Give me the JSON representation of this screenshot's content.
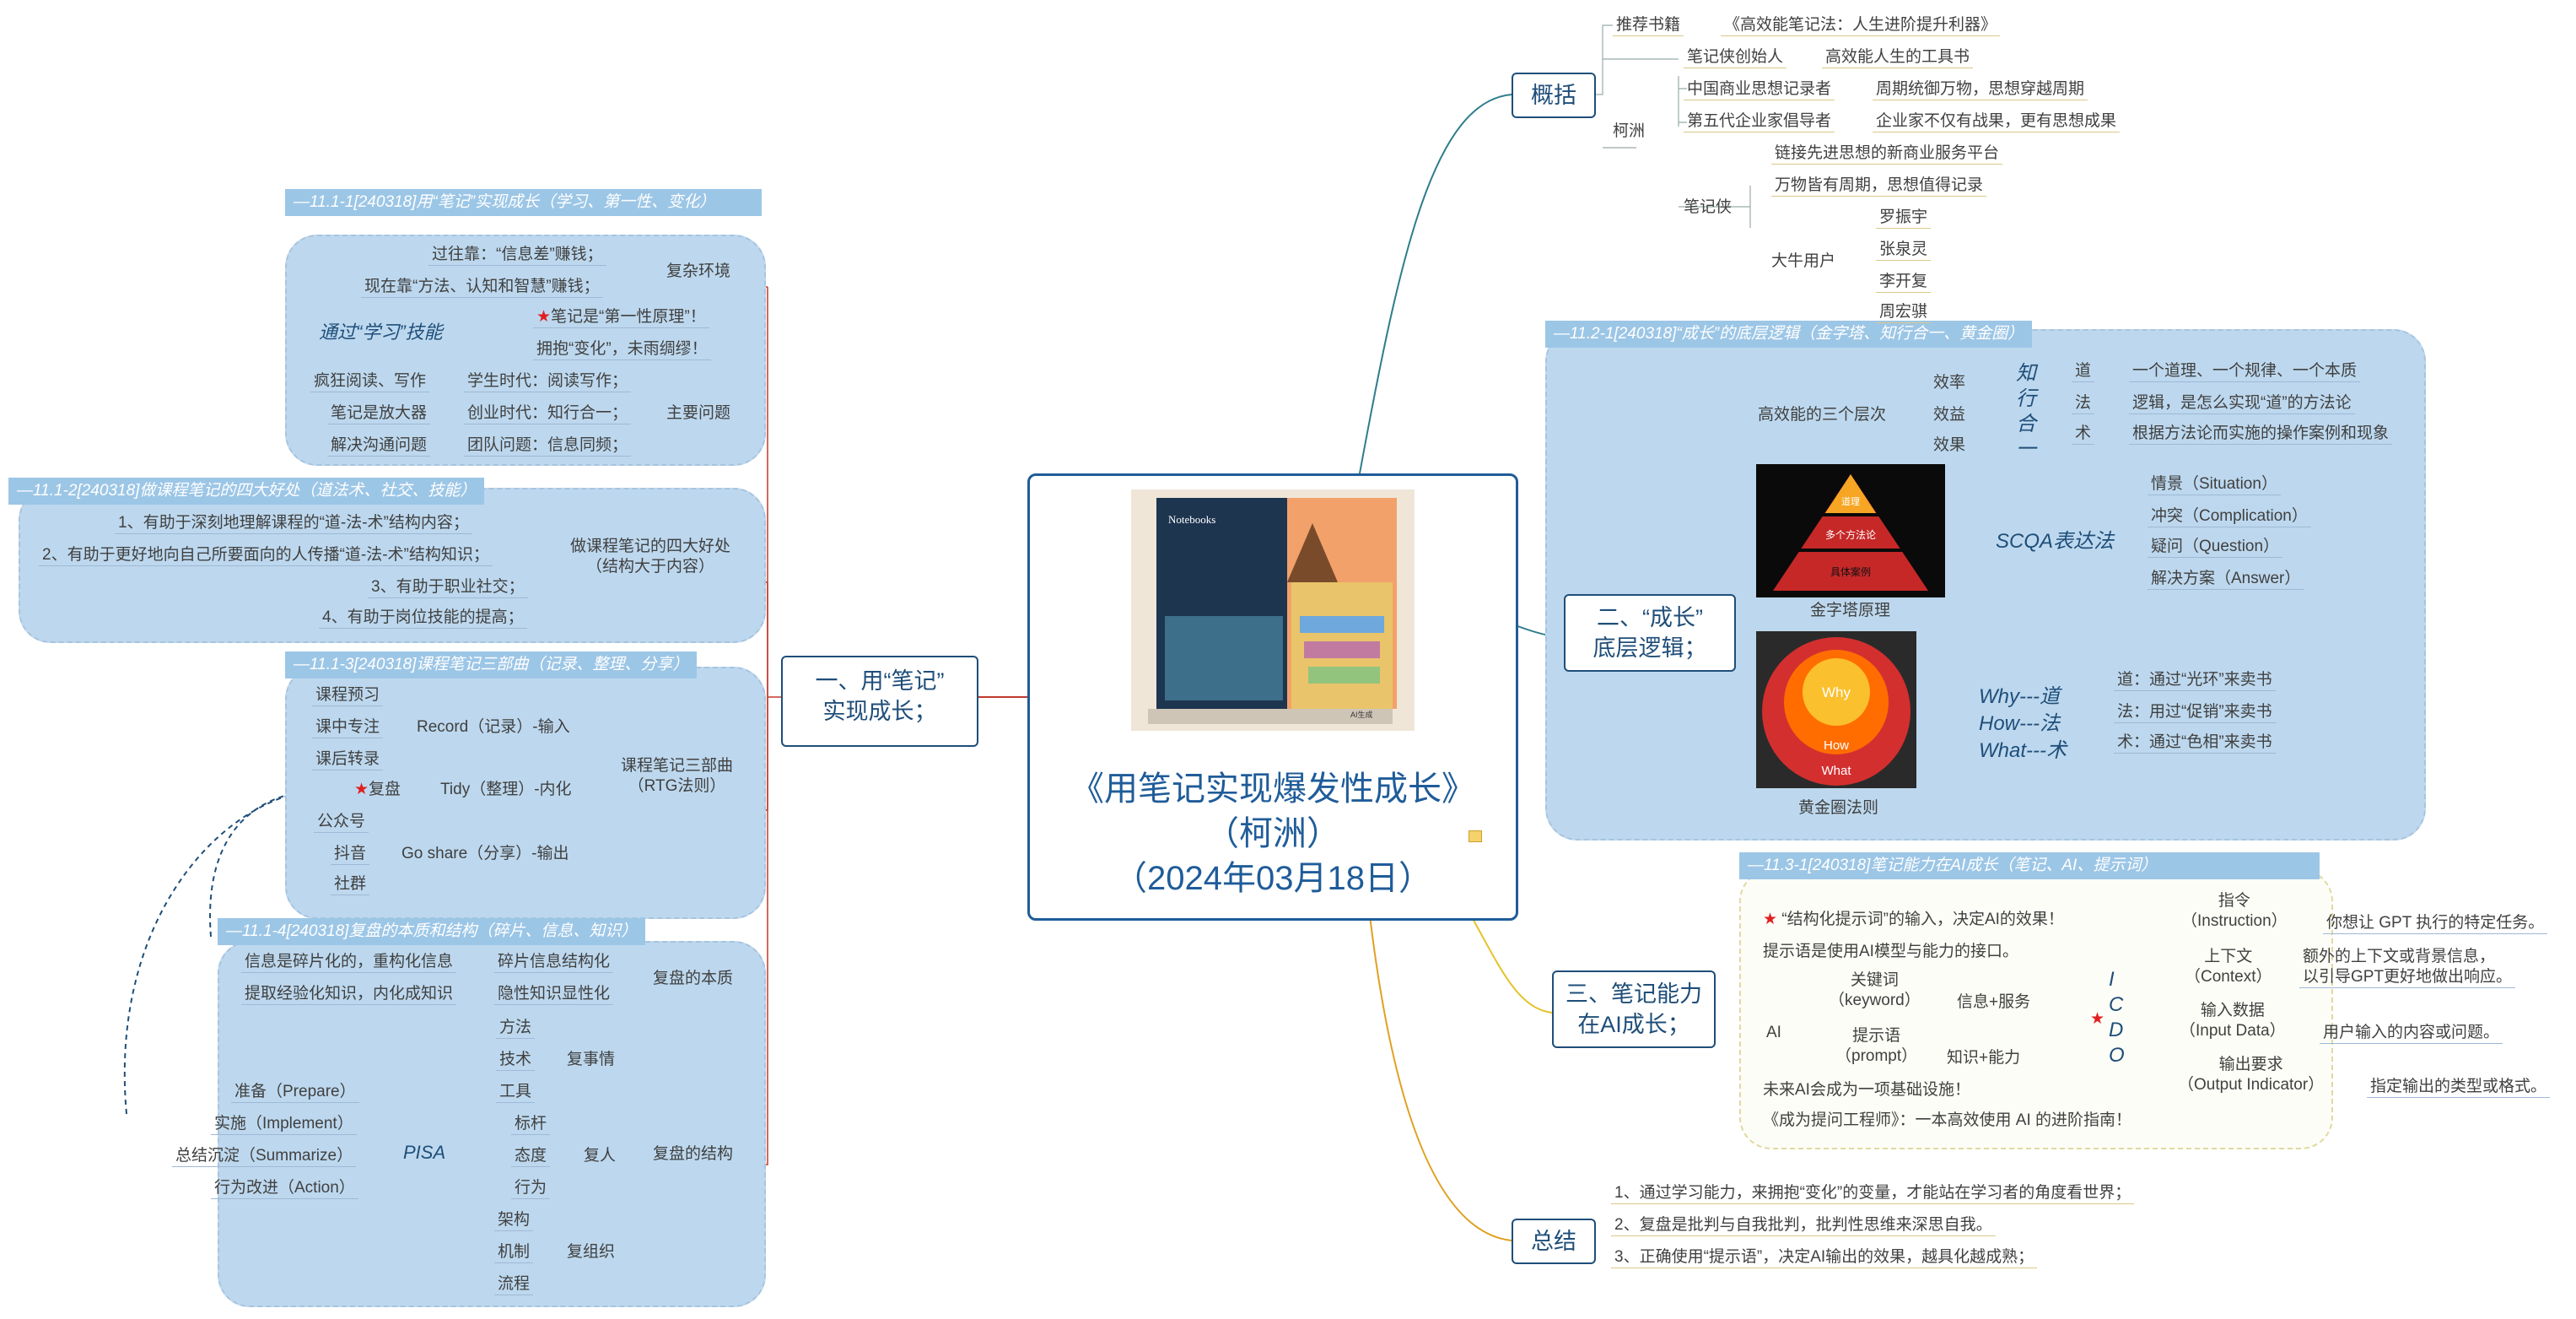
{
  "center": {
    "title": "《用笔记实现爆发性成长》",
    "author": "（柯洲）",
    "date": "（2024年03月18日）",
    "book_cover_text": "Notebooks",
    "book_badge": "AI生成"
  },
  "branches": {
    "b1": "一、用“笔记”\n实现成长；",
    "b2": "二、“成长”\n底层逻辑；",
    "b3": "三、笔记能力\n在AI成长；",
    "gaikuo": "概括",
    "zongjie": "总结"
  },
  "gaikuo": {
    "rec_book_label": "推荐书籍",
    "rec_book": "《高效能笔记法：人生进阶提升利器》",
    "founder_label": "笔记侠创始人",
    "founder": "高效能人生的工具书",
    "kezhou": "柯洲",
    "thinker_label": "中国商业思想记录者",
    "thinker": "周期统御万物，思想穿越周期",
    "fifth_label": "第五代企业家倡导者",
    "fifth": "企业家不仅有战果，更有思想成果",
    "bjx": "笔记侠",
    "bjx_1": "链接先进思想的新商业服务平台",
    "bjx_2": "万物皆有周期，思想值得记录",
    "bull_label": "大牛用户",
    "bulls": [
      "罗振宇",
      "张泉灵",
      "李开复",
      "周宏骐"
    ]
  },
  "s11_1": {
    "caption": "—11.1-1[240318]用“笔记”实现成长（学习、第一性、变化）",
    "past": "过往靠：“信息差”赚钱；",
    "now": "现在靠“方法、认知和智慧”赚钱；",
    "complex_env": "复杂环境",
    "via_learning": "通过“学习”技能",
    "first_principle": "笔记是“第一性原理”！",
    "embrace_change": "拥抱“变化”，未雨绸缪！",
    "crazy_read": "疯狂阅读、写作",
    "student_era": "学生时代：阅读写作；",
    "amplifier": "笔记是放大器",
    "startup_era": "创业时代：知行合一；",
    "main_issue": "主要问题",
    "comm": "解决沟通问题",
    "team": "团队问题：信息同频；"
  },
  "s11_2": {
    "caption": "—11.1-2[240318]做课程笔记的四大好处（道法术、社交、技能）",
    "benefits": [
      "1、有助于深刻地理解课程的“道-法-术”结构内容；",
      "2、有助于更好地向自己所要面向的人传播“道-法-术”结构知识；",
      "3、有助于职业社交；",
      "4、有助于岗位技能的提高；"
    ],
    "label": "做课程笔记的四大好处\n（结构大于内容）"
  },
  "s11_3": {
    "caption": "—11.1-3[240318]课程笔记三部曲（记录、整理、分享）",
    "preview": "课程预习",
    "focus": "课中专注",
    "after": "课后转录",
    "record": "Record（记录）-输入",
    "review": "复盘",
    "tidy": "Tidy（整理）-内化",
    "gzh": "公众号",
    "douyin": "抖音",
    "shequn": "社群",
    "share": "Go share（分享）-输出",
    "trilogy": "课程笔记三部曲\n（RTG法则）"
  },
  "s11_4": {
    "caption": "—11.1-4[240318]复盘的本质和结构（碎片、信息、知识）",
    "frag": "信息是碎片化的，重构化信息",
    "frag_struct": "碎片信息结构化",
    "extract": "提取经验化知识，内化成知识",
    "tacit": "隐性知识显性化",
    "essence": "复盘的本质",
    "fangfa": "方法",
    "jishu": "技术",
    "gongju": "工具",
    "fushiqing": "复事情",
    "biaogan": "标杆",
    "taidu": "态度",
    "xingwei": "行为",
    "furen": "复人",
    "jiagou": "架构",
    "jizhi": "机制",
    "liucheng": "流程",
    "fuzuzhi": "复组织",
    "structure": "复盘的结构",
    "pisa": "PISA",
    "prepare": "准备（Prepare）",
    "implement": "实施（Implement）",
    "summarize": "总结沉淀（Summarize）",
    "action": "行为改进（Action）"
  },
  "s11_21": {
    "caption": "—11.2-1[240318]“成长”的底层逻辑（金字塔、知行合一、黄金圈）",
    "three_levels": "高效能的三个层次",
    "xiaolv": "效率",
    "xiaoyi": "效益",
    "xiaoguo": "效果",
    "zxhy": "知\n行\n合\n一",
    "dao": "道",
    "dao_d": "一个道理、一个规律、一个本质",
    "fa": "法",
    "fa_d": "逻辑，是怎么实现“道”的方法论",
    "shu": "术",
    "shu_d": "根据方法论而实施的操作案例和现象",
    "pyramid_top": "道理",
    "pyramid_mid": "多个方法论",
    "pyramid_bot": "具体案例",
    "pyramid_label": "金字塔原理",
    "scqa": "SCQA表达法",
    "situation": "情景（Situation）",
    "complication": "冲突（Complication）",
    "question": "疑问（Question）",
    "answer": "解决方案（Answer）",
    "why": "Why",
    "how": "How",
    "what": "What",
    "golden_label": "黄金圈法则",
    "why_dao": "Why---道\nHow---法\nWhat---术",
    "w1": "道：通过“光环”来卖书",
    "w2": "法：用过“促销”来卖书",
    "w3": "术：通过“色相”来卖书"
  },
  "s11_31": {
    "caption": "—11.3-1[240318]笔记能力在AI成长（笔记、AI、提示词）",
    "s1": "“结构化提示词”的输入，决定AI的效果！",
    "s2": "提示语是使用AI模型与能力的接口。",
    "ai": "AI",
    "keyword": "关键词\n（keyword）",
    "info_service": "信息+服务",
    "prompt": "提示语\n（prompt）",
    "knowledge": "知识+能力",
    "s3": "未来AI会成为一项基础设施！",
    "s4": "《成为提问工程师》：一本高效使用 AI 的进阶指南！",
    "icdo": "I\nC\nD\nO",
    "instruction": "指令\n（Instruction）",
    "instruction_d": "你想让 GPT 执行的特定任务。",
    "context": "上下文\n（Context）",
    "context_d": "额外的上下文或背景信息，\n以引导GPT更好地做出响应。",
    "input": "输入数据\n（Input Data）",
    "input_d": "用户输入的内容或问题。",
    "output": "输出要求\n（Output Indicator）",
    "output_d": "指定输出的类型或格式。"
  },
  "zongjie": {
    "items": [
      "1、通过学习能力，来拥抱“变化”的变量，才能站在学习者的角度看世界；",
      "2、复盘是批判与自我批判，批判性思维来深思自我。",
      "3、正确使用“提示语”，决定AI输出的效果，越具化越成熟；"
    ]
  },
  "colors": {
    "cloud": "#bdd8ee",
    "caption": "#9cc6e6",
    "branch_border": "#1f4e79",
    "title": "#1f5c99",
    "accent_red": "#e02020"
  }
}
